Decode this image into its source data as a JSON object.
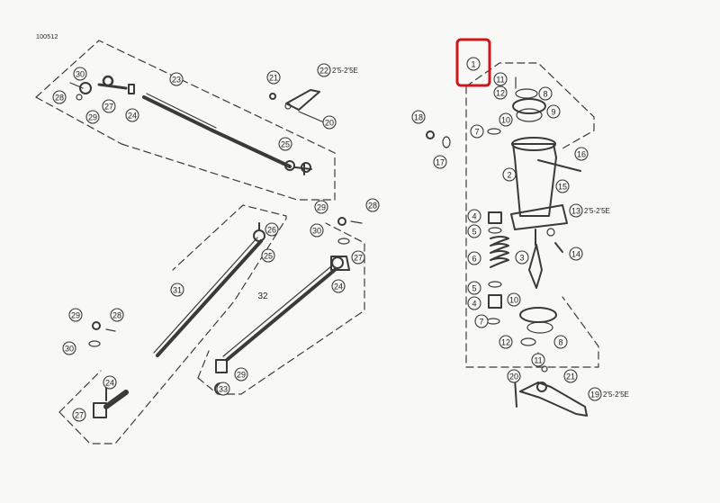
{
  "document": {
    "reference_code": "100512"
  },
  "highlight": {
    "color": "#d0151f",
    "target_label": "1"
  },
  "callouts": [
    "30",
    "28",
    "29",
    "27",
    "24",
    "23",
    "21",
    "22",
    "20",
    "25",
    "26",
    "25",
    "31",
    "32",
    "28",
    "30",
    "29",
    "27",
    "24",
    "29",
    "28",
    "30",
    "24",
    "27",
    "33",
    "29",
    "1",
    "11",
    "12",
    "10",
    "8",
    "9",
    "18",
    "7",
    "17",
    "16",
    "2",
    "15",
    "4",
    "5",
    "6",
    "13",
    "3",
    "14",
    "5",
    "4",
    "10",
    "7",
    "12",
    "8",
    "11",
    "21",
    "20",
    "19"
  ],
  "spec_labels": {
    "upper_tie_rod": "2'5-2'5E",
    "steering_box": "2'5-2'5E",
    "drop_arm": "2'5-2'5E"
  },
  "colors": {
    "ink": "#3a3a3a",
    "paper": "#f8f8f6"
  }
}
